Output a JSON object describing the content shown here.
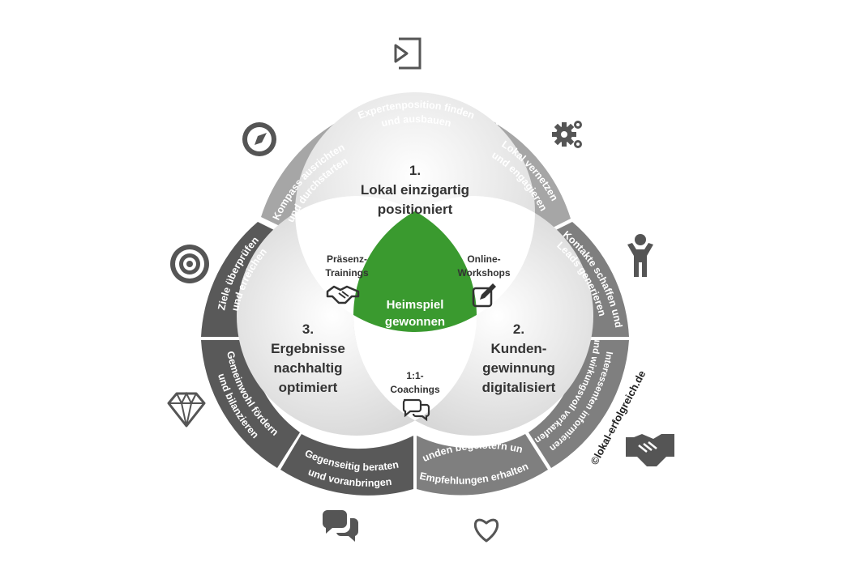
{
  "center": {
    "label_line1": "Heimspiel",
    "label_line2": "gewonnen",
    "color": "#3a9a2f"
  },
  "circles": {
    "top": {
      "line1": "1.",
      "line2": "Lokal einzigartig",
      "line3": "positioniert"
    },
    "right": {
      "line1": "2.",
      "line2": "Kunden-",
      "line3": "gewinnung",
      "line4": "digitalisiert"
    },
    "left": {
      "line1": "3.",
      "line2": "Ergebnisse",
      "line3": "nachhaltig",
      "line4": "optimiert"
    }
  },
  "overlaps": {
    "trainings": {
      "line1": "Präsenz-",
      "line2": "Trainings",
      "icon": "handshake-icon"
    },
    "workshops": {
      "line1": "Online-",
      "line2": "Workshops",
      "icon": "edit-icon"
    },
    "coachings": {
      "line1": "1:1-",
      "line2": "Coachings",
      "icon": "chat-icon"
    }
  },
  "ring_segments": [
    {
      "line1": "Kompass ausrichten",
      "line2": "und durchstarten",
      "icon": "compass-icon"
    },
    {
      "line1": "Expertenposition finden",
      "line2": "und ausbauen",
      "icon": "door-icon"
    },
    {
      "line1": "Lokal vernetzen",
      "line2": "und engagieren",
      "icon": "gears-icon"
    },
    {
      "line1": "Kontakte schaffen und",
      "line2": "Leads generieren",
      "icon": "person-icon"
    },
    {
      "line1": "Interessenten informieren",
      "line2": "und wirkungsvoll verkaufen",
      "icon": "handshake-icon"
    },
    {
      "line1": "Kunden begeistern und",
      "line2": "Empfehlungen erhalten",
      "icon": "heart-icon"
    },
    {
      "line1": "Gegenseitig beraten",
      "line2": "und voranbringen",
      "icon": "speech-bubbles-icon"
    },
    {
      "line1": "Gemeinwohl fördern",
      "line2": "und bilanzieren",
      "icon": "diamond-icon"
    },
    {
      "line1": "Ziele überprüfen",
      "line2": "und erreichen",
      "icon": "target-icon"
    }
  ],
  "copyright": "©lokal-erfolgreich.de",
  "colors": {
    "ring_light": "#a6a6a6",
    "ring_mid": "#7f7f7f",
    "ring_dark": "#595959",
    "icon": "#555555"
  }
}
